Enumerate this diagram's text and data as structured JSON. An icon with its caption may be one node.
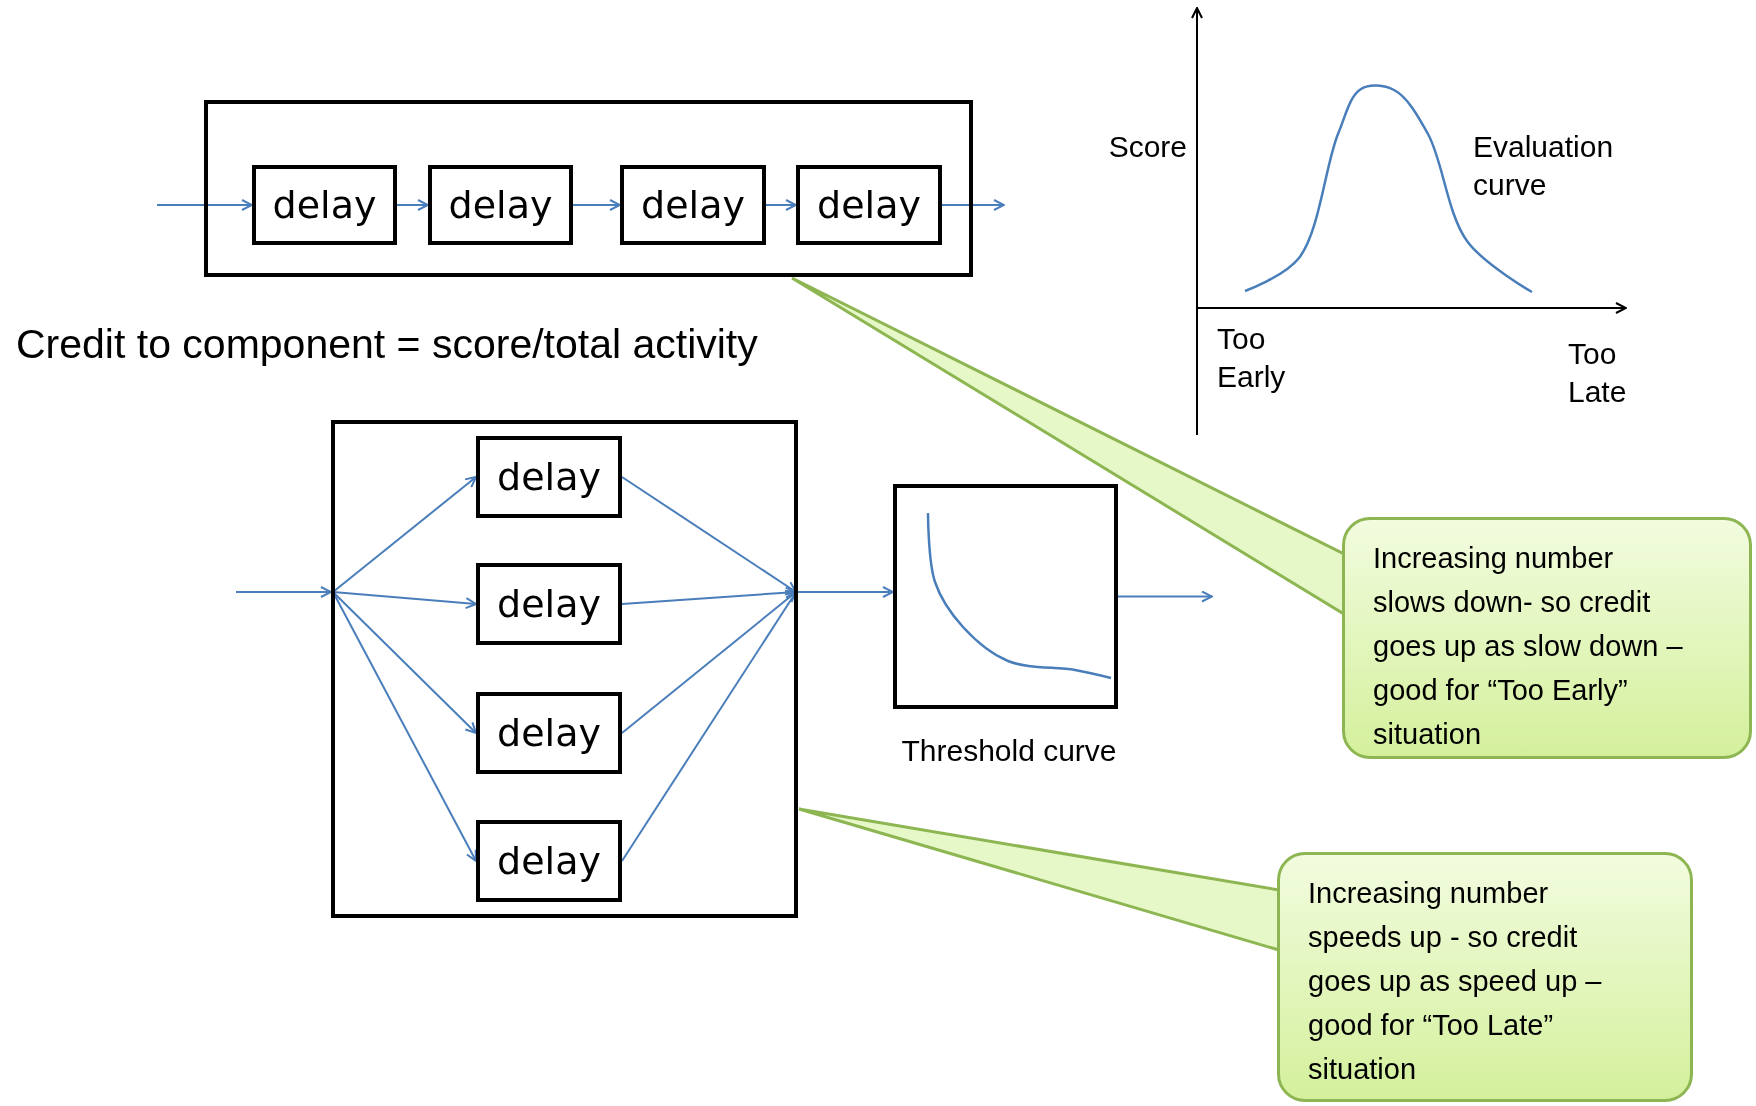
{
  "diagram": {
    "nodes": [
      {
        "text": [],
        "shape": "box"
      },
      {
        "text": [
          "delay"
        ],
        "in": 0
      },
      {
        "text": [
          "delay"
        ],
        "in": 0
      },
      {
        "text": [
          "delay"
        ],
        "in": 0
      },
      {
        "text": [
          "delay"
        ],
        "in": 0
      },
      {
        "text": [],
        "shape": "box"
      },
      {
        "text": [
          "delay"
        ],
        "in": 5
      },
      {
        "text": [
          "delay"
        ],
        "in": 5
      },
      {
        "text": [
          "delay"
        ],
        "in": 5
      },
      {
        "text": [
          "delay"
        ],
        "in": 5
      },
      {
        "text": [],
        "shape": "box",
        "beside": [
          "Threshold curve"
        ]
      },
      {
        "text": [
          "Increasing number slows down- so credit goes up as slow down – good for “Too Early” situation"
        ]
      },
      {
        "text": [
          "Increasing number speeds up - so credit goes up as speed up – good for “Too Late” situation"
        ]
      }
    ],
    "edges": [
      {
        "from": null,
        "to": 1,
        "arrow": "to"
      },
      {
        "from": 1,
        "to": 2,
        "arrow": "to"
      },
      {
        "from": 2,
        "to": 3,
        "arrow": "to"
      },
      {
        "from": 3,
        "to": 4,
        "arrow": "to"
      },
      {
        "from": 4,
        "to": null,
        "arrow": "to"
      },
      {
        "from": null,
        "to": 5,
        "arrow": "to"
      },
      {
        "from": 5,
        "to": 6,
        "arrow": "to"
      },
      {
        "from": 5,
        "to": 7,
        "arrow": "to"
      },
      {
        "from": 5,
        "to": 8,
        "arrow": "to"
      },
      {
        "from": 5,
        "to": 9,
        "arrow": "to"
      },
      {
        "from": 6,
        "to": 5,
        "arrow": "to"
      },
      {
        "from": 7,
        "to": 5,
        "arrow": "to"
      },
      {
        "from": 8,
        "to": 5,
        "arrow": "to"
      },
      {
        "from": 9,
        "to": 5,
        "arrow": "to"
      },
      {
        "from": 5,
        "to": 10,
        "arrow": "to"
      },
      {
        "from": 10,
        "to": null,
        "arrow": "to"
      },
      {
        "from": 11,
        "to": 0,
        "arrow": "none"
      },
      {
        "from": 12,
        "to": 5,
        "arrow": "none"
      }
    ],
    "labels": [
      "Credit to component = score/total activity",
      "Score",
      "Evaluation curve",
      "Too Early",
      "Too Late"
    ]
  }
}
